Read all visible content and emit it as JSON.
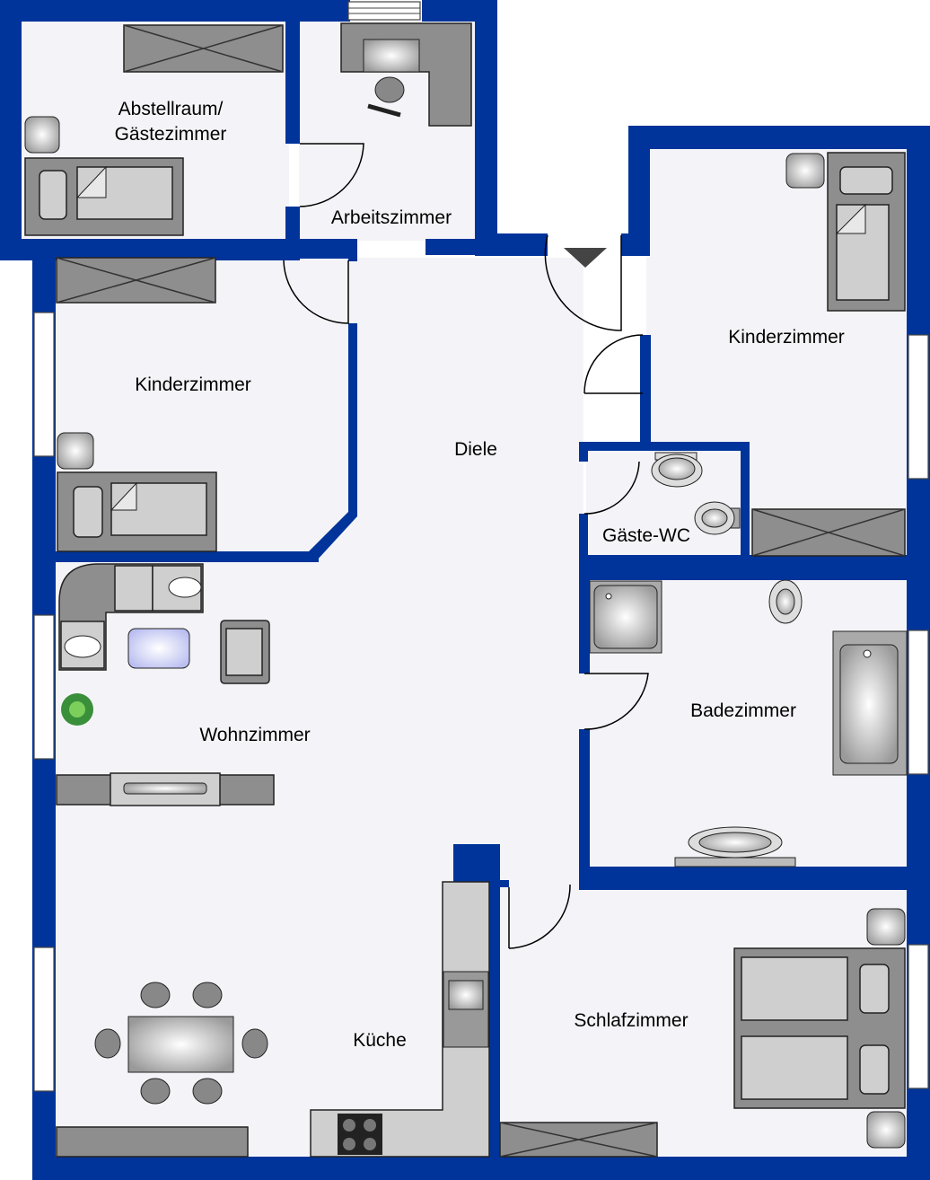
{
  "rooms": {
    "abstellraum": "Abstellraum/",
    "gaestezimmer": "Gästezimmer",
    "arbeitszimmer": "Arbeitszimmer",
    "kinderzimmer_left": "Kinderzimmer",
    "kinderzimmer_right": "Kinderzimmer",
    "diele": "Diele",
    "gaeste_wc": "Gäste-WC",
    "badezimmer": "Badezimmer",
    "wohnzimmer": "Wohnzimmer",
    "kueche": "Küche",
    "schlafzimmer": "Schlafzimmer"
  },
  "colors": {
    "wall": "#00349a",
    "floor": "#f4f4f8",
    "furniture": "#8e8e8e",
    "furniture_light": "#cfcfcf"
  }
}
